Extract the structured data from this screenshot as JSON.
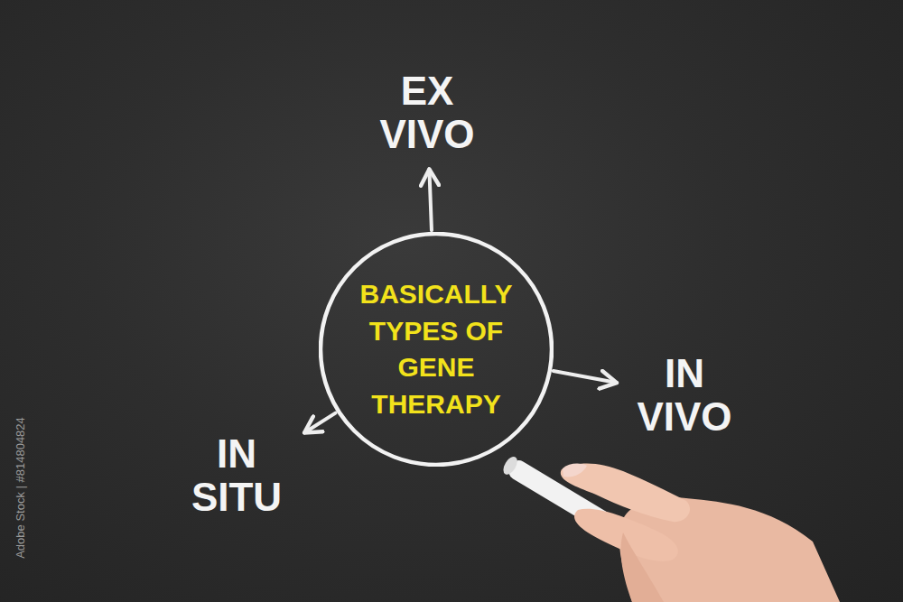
{
  "diagram": {
    "nodes": [
      {
        "text": [
          "BASICALLY TYPES OF GENE THERAPY"
        ]
      },
      {
        "text": [
          "EX VIVO"
        ]
      },
      {
        "text": [
          "IN VIVO"
        ]
      },
      {
        "text": [
          "IN SITU"
        ]
      }
    ],
    "edges": [
      {
        "from": 0,
        "to": 1,
        "arrow": "to"
      },
      {
        "from": 0,
        "to": 2,
        "arrow": "to"
      },
      {
        "from": 0,
        "to": 3,
        "arrow": "to"
      }
    ],
    "labels": [
      "Adobe Stock | #814804824"
    ]
  }
}
